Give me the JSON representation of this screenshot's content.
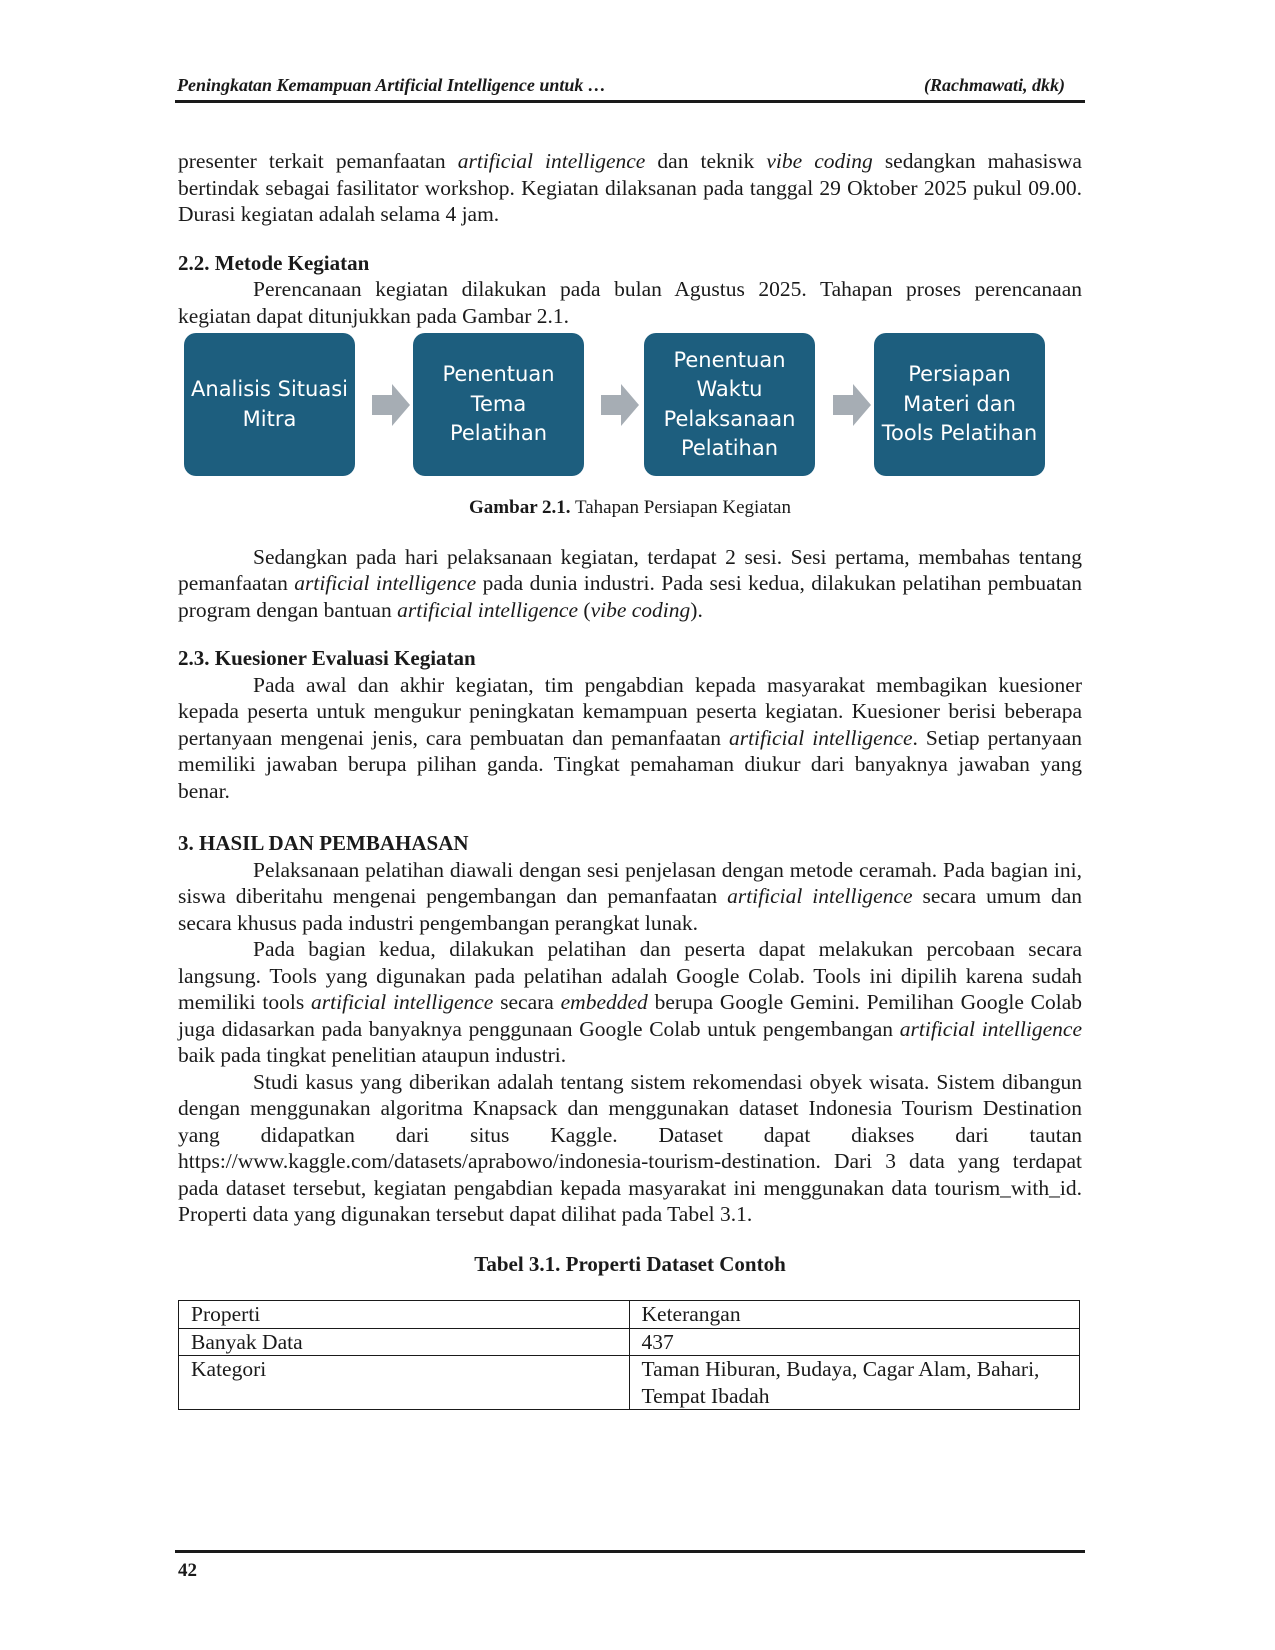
{
  "header": {
    "left": "Peningkatan Kemampuan Artificial Intelligence untuk …",
    "right": "(Rachmawati, dkk)"
  },
  "intro": {
    "s1": "presenter terkait pemanfaatan ",
    "e1": "artificial intelligence",
    "s2": " dan teknik ",
    "e2": "vibe coding",
    "s3": " sedangkan mahasiswa bertindak sebagai fasilitator workshop. Kegiatan dilaksanan pada tanggal 29 Oktober 2025 pukul 09.00. Durasi kegiatan adalah selama 4 jam."
  },
  "section_2_2": {
    "heading": "2.2. Metode Kegiatan",
    "para": "Perencanaan kegiatan dilakukan pada bulan Agustus 2025. Tahapan proses perencanaan kegiatan dapat ditunjukkan pada Gambar 2.1."
  },
  "figure": {
    "steps": [
      "Analisis Situasi Mitra",
      "Penentuan Tema Pelatihan",
      "Penentuan Waktu Pelaksanaan Pelatihan",
      "Persiapan Materi dan Tools Pelatihan"
    ],
    "box_color": "#1d5e7e",
    "arrow_color": "#a6adb4",
    "caption_label": "Gambar 2.1.",
    "caption_text": " Tahapan Persiapan Kegiatan"
  },
  "sessions": {
    "s1": "Sedangkan pada hari pelaksanaan kegiatan, terdapat 2 sesi. Sesi pertama, membahas tentang pemanfaatan ",
    "e1": "artificial intelligence",
    "s2": " pada dunia industri. Pada sesi kedua, dilakukan pelatihan pembuatan program dengan bantuan ",
    "e2": "artificial intelligence",
    "s3": " (",
    "e3": "vibe coding",
    "s4": ")."
  },
  "section_2_3": {
    "heading": "2.3. Kuesioner Evaluasi Kegiatan",
    "s1": "Pada awal dan akhir kegiatan, tim pengabdian kepada masyarakat membagikan kuesioner kepada peserta untuk mengukur peningkatan kemampuan peserta kegiatan. Kuesioner berisi beberapa pertanyaan mengenai jenis, cara pembuatan dan pemanfaatan ",
    "e1": "artificial intelligence",
    "s2": ". Setiap pertanyaan memiliki jawaban berupa pilihan ganda. Tingkat pemahaman diukur dari banyaknya jawaban yang benar."
  },
  "section_3": {
    "heading": "3. HASIL DAN PEMBAHASAN",
    "p1": {
      "s1": "Pelaksanaan pelatihan diawali dengan sesi penjelasan dengan metode ceramah. Pada bagian ini, siswa diberitahu mengenai pengembangan dan pemanfaatan ",
      "e1": "artificial intelligence",
      "s2": " secara umum dan secara khusus pada industri pengembangan perangkat lunak."
    },
    "p2": {
      "s1": "Pada bagian kedua, dilakukan pelatihan dan peserta dapat melakukan percobaan secara langsung. Tools yang digunakan pada pelatihan adalah Google Colab. Tools ini dipilih karena sudah memiliki tools ",
      "e1": "artificial intelligence",
      "s2": " secara ",
      "e2": "embedded",
      "s3": " berupa Google Gemini. Pemilihan Google Colab juga didasarkan pada banyaknya penggunaan Google Colab untuk pengembangan ",
      "e3": "artificial intelligence",
      "s4": " baik pada tingkat penelitian ataupun industri."
    },
    "p3": "Studi kasus yang diberikan adalah tentang sistem rekomendasi obyek wisata. Sistem dibangun dengan menggunakan algoritma Knapsack dan menggunakan dataset Indonesia Tourism Destination yang didapatkan dari situs Kaggle. Dataset dapat diakses dari tautan https://www.kaggle.com/datasets/aprabowo/indonesia-tourism-destination. Dari 3 data yang terdapat pada dataset tersebut, kegiatan pengabdian kepada masyarakat ini menggunakan data tourism_with_id. Properti data yang digunakan tersebut dapat dilihat pada Tabel 3.1."
  },
  "table": {
    "caption": "Tabel 3.1. Properti Dataset Contoh",
    "rows": [
      [
        "Properti",
        "Keterangan"
      ],
      [
        "Banyak Data",
        "437"
      ],
      [
        "Kategori",
        "Taman Hiburan, Budaya, Cagar Alam, Bahari, Tempat Ibadah"
      ]
    ]
  },
  "footer": {
    "page_number": "42"
  }
}
